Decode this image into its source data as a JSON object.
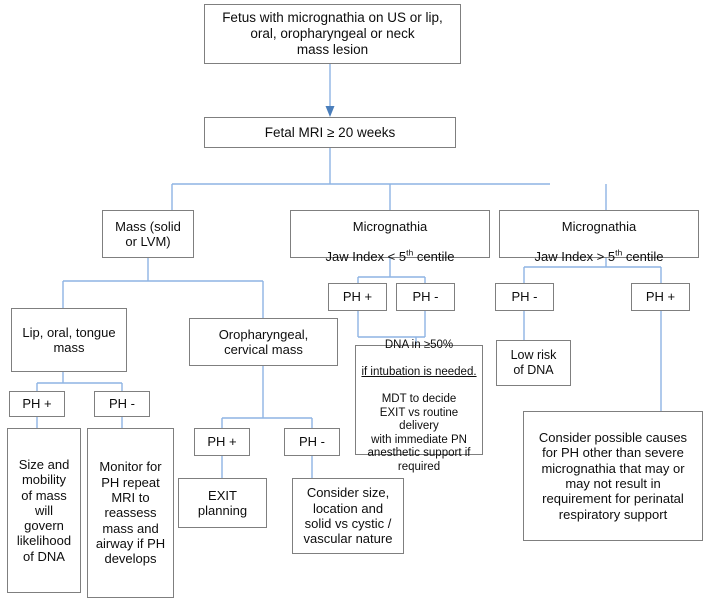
{
  "diagram": {
    "title": "Fetal micrognathia / airway mass antenatal management flowchart",
    "theme": {
      "box_border": "#7f7f7f",
      "connector": "#8eb4e3",
      "arrow": "#4a7ebb",
      "text": "#0d0d0d",
      "background": "#ffffff"
    },
    "nodes": {
      "start": "Fetus with micrognathia on US or lip,\noral, oropharyngeal or neck\nmass lesion",
      "mri": "Fetal MRI ≥ 20 weeks",
      "mass": "Mass (solid\nor LVM)",
      "micro_lt_line1": "Micrognathia",
      "micro_lt_line2_pre": "Jaw Index < 5",
      "micro_lt_line2_sup": "th",
      "micro_lt_line2_post": " centile",
      "micro_gt_line1": "Micrognathia",
      "micro_gt_line2_pre": "Jaw Index > 5",
      "micro_gt_line2_sup": "th",
      "micro_gt_line2_post": " centile",
      "lip_oral_tongue": "Lip, oral, tongue\nmass",
      "oropharyngeal_cervical": "Oropharyngeal,\ncervical mass",
      "ph_plus_micro_lt": "PH +",
      "ph_minus_micro_lt": "PH -",
      "ph_minus_micro_gt": "PH -",
      "ph_plus_micro_gt": "PH +",
      "ph_plus_lip": "PH +",
      "ph_minus_lip": "PH -",
      "ph_plus_oro": "PH +",
      "ph_minus_oro": "PH -",
      "dna_line1": "DNA in ≥50%",
      "dna_line2_underlined": "if intubation is needed.",
      "dna_rest": "MDT to decide\nEXIT vs routine delivery\nwith immediate PN\nanesthetic support if\nrequired",
      "low_risk": "Low risk\nof DNA",
      "consider_causes": "Consider possible causes\nfor PH other than severe\nmicrognathia that may  or\nmay not result in\nrequirement for perinatal\nrespiratory support",
      "size_mobility": "Size and\nmobility\nof mass\nwill\ngovern\nlikelihood\nof DNA",
      "monitor": "Monitor for\nPH repeat\nMRI to\nreassess\nmass and\nairway if PH\ndevelops",
      "exit_planning": "EXIT\nplanning",
      "consider_size": "Consider size,\nlocation and\nsolid vs cystic /\nvascular nature"
    }
  }
}
